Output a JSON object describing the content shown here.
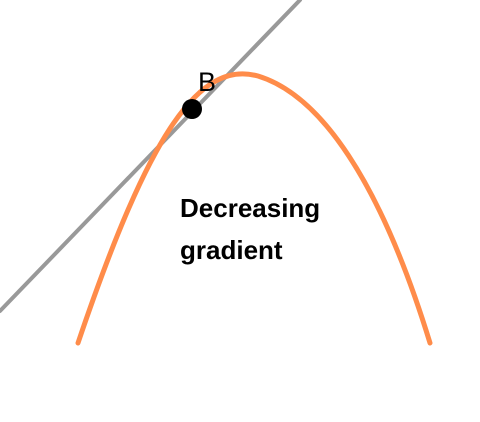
{
  "diagram": {
    "point_label": "B",
    "caption_lines": [
      "Decreasing",
      "gradient"
    ],
    "colors": {
      "curve": "#ff8c4a",
      "tangent": "#999999",
      "point": "#000000",
      "background": "#ffffff"
    }
  }
}
